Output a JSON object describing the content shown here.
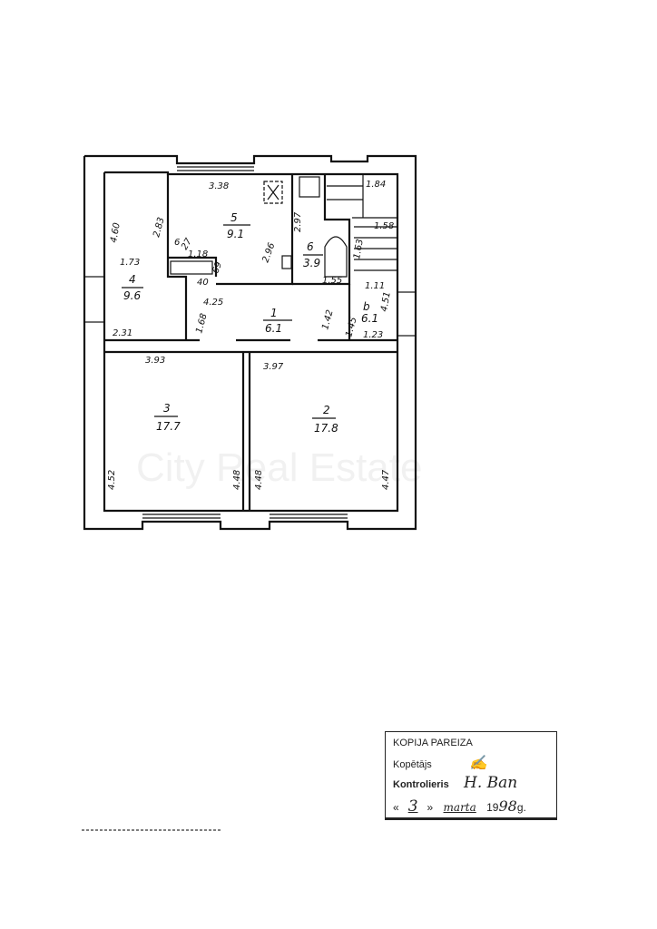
{
  "watermark": "City Real Estate",
  "rooms": [
    {
      "number": "1",
      "area": "6.1"
    },
    {
      "number": "2",
      "area": "17.8"
    },
    {
      "number": "3",
      "area": "17.7"
    },
    {
      "number": "4",
      "area": "9.6"
    },
    {
      "number": "5",
      "area": "9.1"
    },
    {
      "number": "6",
      "area": "3.9"
    },
    {
      "number": "b",
      "area": "6.1"
    }
  ],
  "dimensions": {
    "d338": "3.38",
    "d283": "2.83",
    "d460": "4.60",
    "d173": "1.73",
    "d231": "2.31",
    "d118": "1.18",
    "d27": "27",
    "d6": "6",
    "d69": "69",
    "d40": "40",
    "d296": "2.96",
    "d425": "4.25",
    "d168": "1.68",
    "d142": "1.42",
    "d297": "2.97",
    "d155": "1.55",
    "d184": "1.84",
    "d158": "1.58",
    "d111": "1.11",
    "d451": "4.51",
    "d145": "1.45",
    "d123": "1.23",
    "d393": "3.93",
    "d397": "3.97",
    "d452": "4.52",
    "d448a": "4.48",
    "d448b": "4.48",
    "d447": "4.47",
    "d163": "1.63"
  },
  "stamp": {
    "title": "KOPIJA PAREIZA",
    "copier_label": "Kopētājs",
    "controller_label": "Kontrolieris",
    "controller_signature": "H. Ban",
    "day": "3",
    "month": "marta",
    "year_prefix": "19",
    "year_suffix": "98",
    "year_unit": "g."
  }
}
